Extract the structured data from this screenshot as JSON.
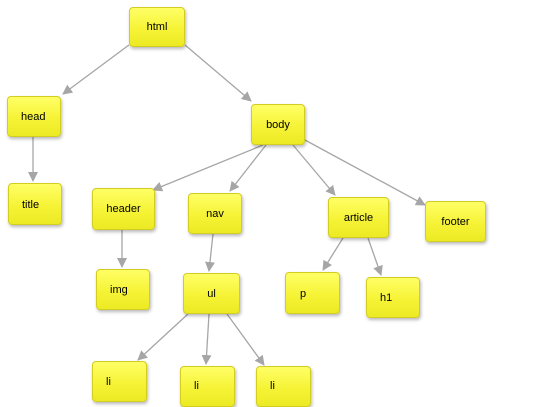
{
  "nodes": {
    "html": "html",
    "head": "head",
    "body": "body",
    "title": "title",
    "header": "header",
    "nav": "nav",
    "article": "article",
    "footer": "footer",
    "img": "img",
    "ul": "ul",
    "p": "p",
    "h1": "h1",
    "li_1": "li",
    "li_2": "li",
    "li_3": "li"
  },
  "edges": [
    [
      "html",
      "head"
    ],
    [
      "html",
      "body"
    ],
    [
      "head",
      "title"
    ],
    [
      "body",
      "header"
    ],
    [
      "body",
      "nav"
    ],
    [
      "body",
      "article"
    ],
    [
      "body",
      "footer"
    ],
    [
      "header",
      "img"
    ],
    [
      "nav",
      "ul"
    ],
    [
      "article",
      "p"
    ],
    [
      "article",
      "h1"
    ],
    [
      "ul",
      "li_1"
    ],
    [
      "ul",
      "li_2"
    ],
    [
      "ul",
      "li_3"
    ]
  ],
  "colors": {
    "node_fill": "#f6f336",
    "node_border": "#d2cd20",
    "edge": "#a6a6a6",
    "text": "#000000"
  }
}
